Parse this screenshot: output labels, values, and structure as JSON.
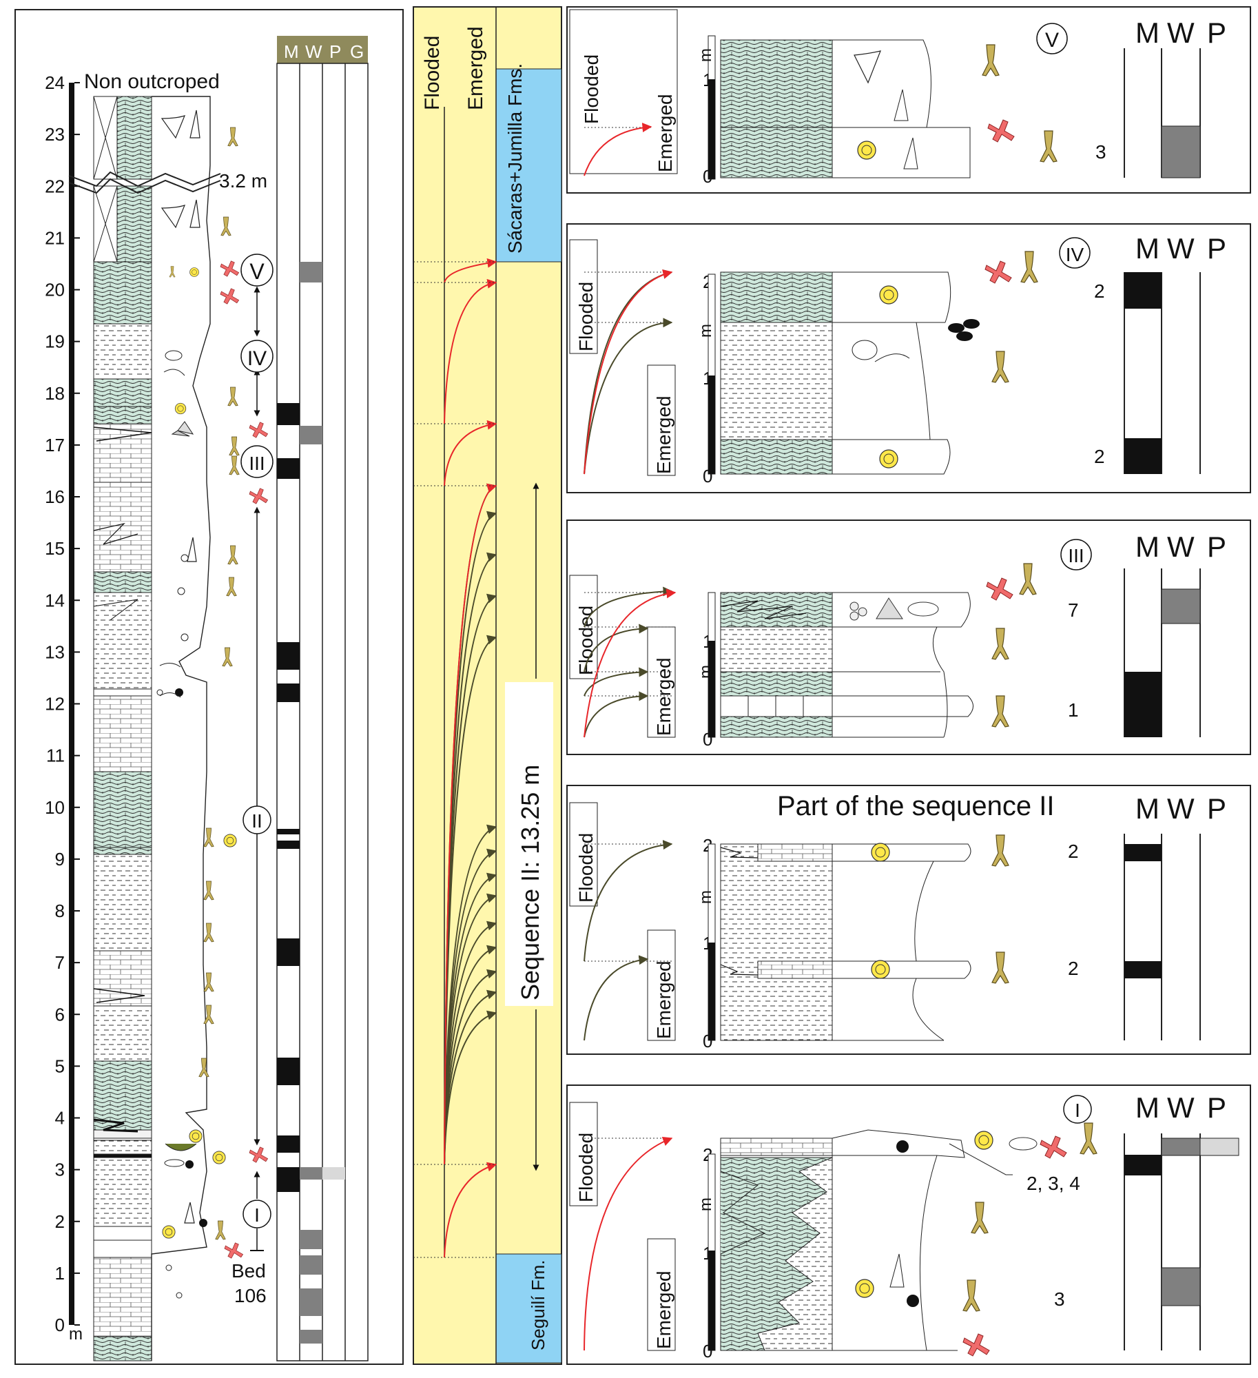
{
  "colors": {
    "carbonate": "#cfe8dc",
    "yellow_panel": "#fff7ad",
    "blue_formation": "#8fd3f4",
    "olive_header": "#8f8a5c",
    "red_arrow": "#e8262a",
    "dark_arrow": "#4a4a2a",
    "rootlet": "#c8b25a",
    "bioturbation_red": "#f06b6b",
    "gray_bar": "#808080",
    "light_gray_bar": "#d9d9d9"
  },
  "column": {
    "axis_ticks": [
      "0",
      "1",
      "2",
      "3",
      "4",
      "5",
      "6",
      "7",
      "8",
      "9",
      "10",
      "11",
      "12",
      "13",
      "14",
      "15",
      "16",
      "17",
      "18",
      "19",
      "20",
      "21",
      "22",
      "23",
      "24"
    ],
    "unit": "m",
    "top_label": "Non outcroped",
    "gap_label": "3.2 m",
    "bed_label_line1": "Bed",
    "bed_label_line2": "106",
    "sequence_labels": [
      "I",
      "II",
      "III",
      "IV",
      "V"
    ],
    "header_letters": [
      "M",
      "W",
      "P",
      "G"
    ]
  },
  "middle": {
    "flooded": "Flooded",
    "emerged": "Emerged",
    "formation_top": "Sácaras+Jumilla Fms.",
    "formation_bottom": "Seguilí Fm.",
    "sequence_label": "Sequence II: 13.25 m"
  },
  "panels": {
    "flooded": "Flooded",
    "emerged": "Emerged",
    "unit": "m",
    "mwp": [
      "M",
      "W",
      "P"
    ],
    "v": {
      "roman": "V",
      "scale": [
        "0",
        "1"
      ],
      "count": "3"
    },
    "iv": {
      "roman": "IV",
      "scale": [
        "0",
        "1",
        "2"
      ],
      "count_top": "2",
      "count_bottom": "2"
    },
    "iii": {
      "roman": "III",
      "scale": [
        "0",
        "1"
      ],
      "count_top": "7",
      "count_bottom": "1"
    },
    "ii": {
      "title": "Part of the sequence II",
      "scale": [
        "0",
        "1",
        "2"
      ],
      "count_top": "2",
      "count_bottom": "2"
    },
    "i": {
      "roman": "I",
      "scale": [
        "0",
        "1",
        "2"
      ],
      "count_top": "2, 3, 4",
      "count_bottom": "3"
    }
  }
}
